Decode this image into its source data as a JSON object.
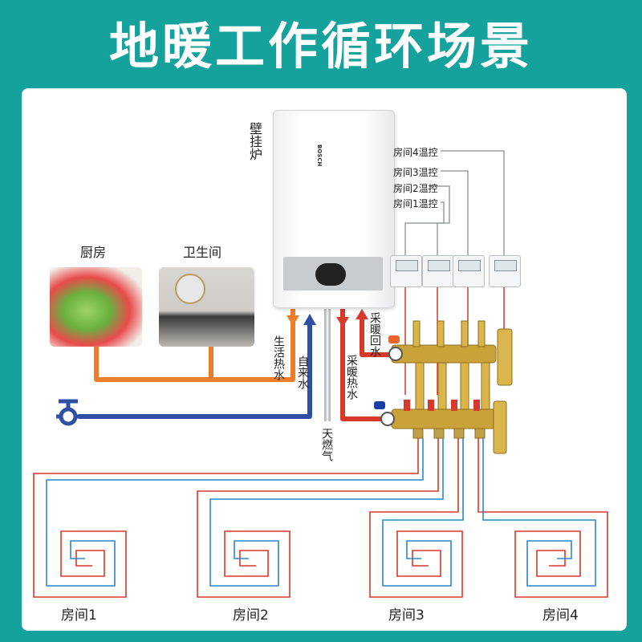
{
  "title": "地暖工作循环场景",
  "boiler": {
    "label": "壁挂炉",
    "brand": "BOSCH"
  },
  "rooms_top": {
    "kitchen": "厨房",
    "bathroom": "卫生间"
  },
  "thermostats": [
    "房间4温控",
    "房间3温控",
    "房间2温控",
    "房间1温控"
  ],
  "pipes": {
    "domestic_hot_water": "生活热水",
    "tap_water": "自来水",
    "gas": "天燃气",
    "heating_supply": "采暖热水",
    "heating_return": "采暖回水"
  },
  "floor_rooms": [
    "房间1",
    "房间2",
    "房间3",
    "房间4"
  ],
  "colors": {
    "background": "#16a29c",
    "hot": "#e04a2a",
    "cold": "#2e4fa3",
    "dhw": "#ec7d2a",
    "return": "#2e86c9",
    "brass": "#c9a23a"
  }
}
